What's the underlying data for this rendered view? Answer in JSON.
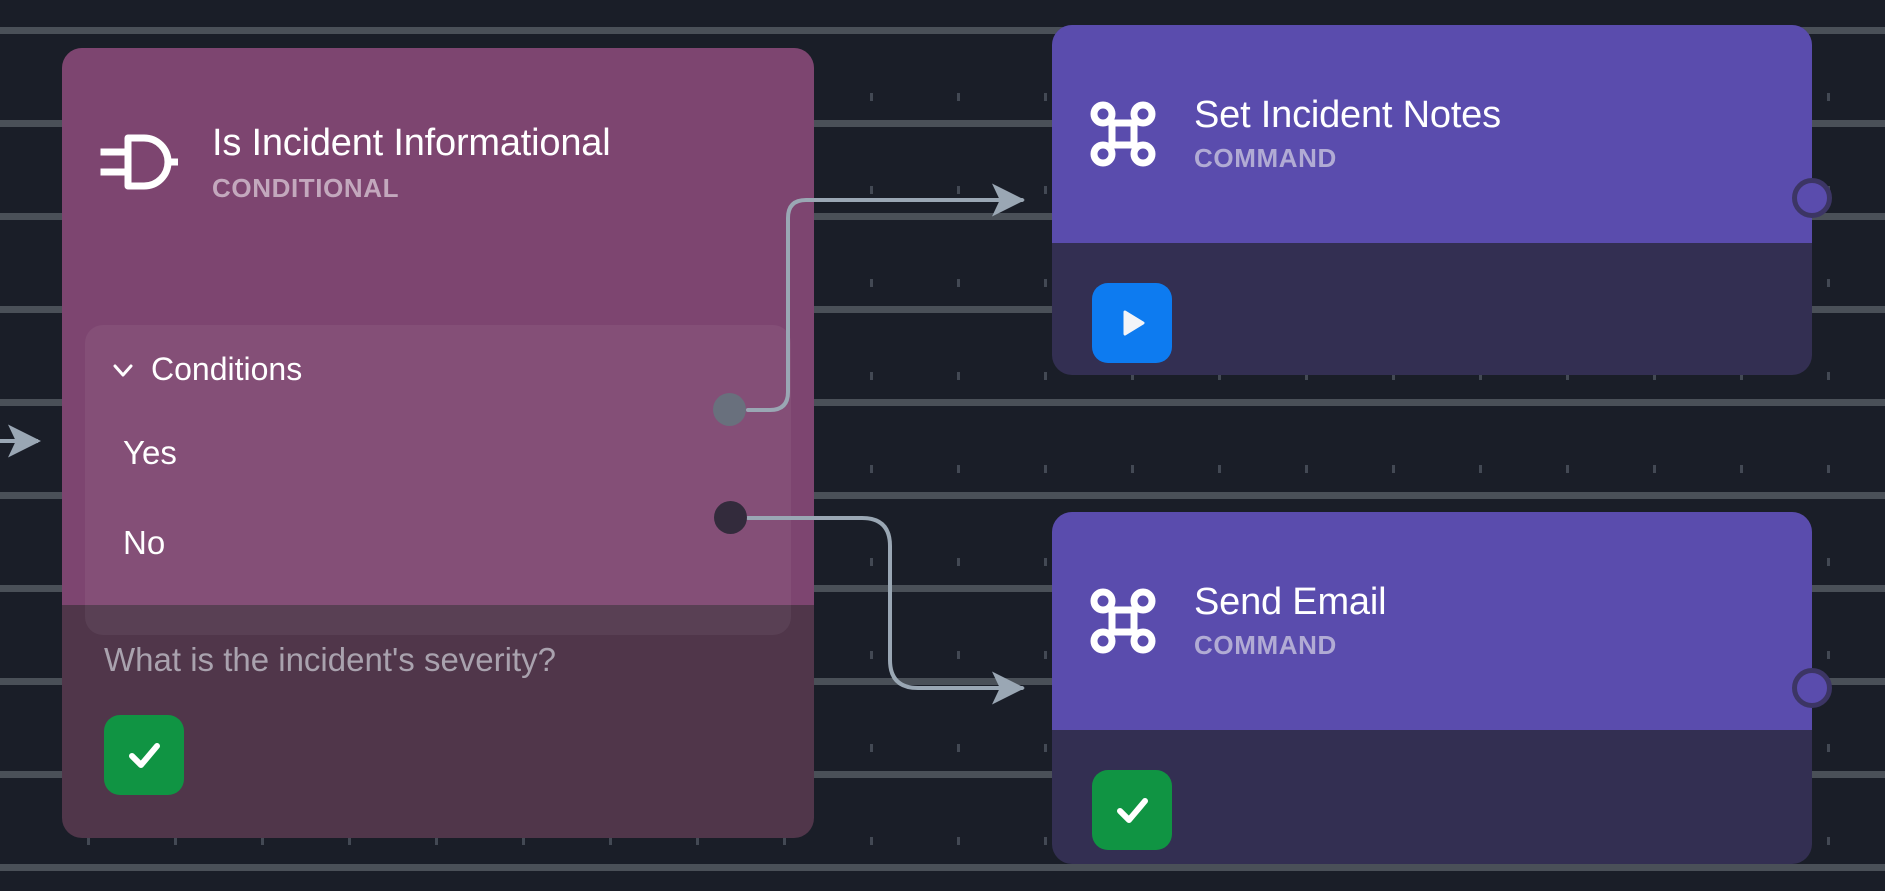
{
  "canvas": {
    "background_color": "#1a1e28",
    "grid_dot_color": "#4a5058"
  },
  "edge_color": "#9aa7b4",
  "incoming_edge": {
    "name": "workflow-input-edge",
    "label": ""
  },
  "conditional_node": {
    "title": "Is Incident Informational",
    "kind": "CONDITIONAL",
    "icon": "logic-gate-icon",
    "accent_color": "#7d4570",
    "body_color": "#4a2f44",
    "conditions": {
      "label": "Conditions",
      "expanded": true,
      "chevron": "chevron-down-icon",
      "branches": [
        {
          "label": "Yes",
          "port_color": "#69707d"
        },
        {
          "label": "No",
          "port_color": "#332b3c"
        }
      ]
    },
    "footer": {
      "question": "What is the incident's severity?",
      "action_button": {
        "icon": "check-icon",
        "color": "#109443"
      }
    }
  },
  "command_nodes": [
    {
      "id": "set-incident-notes",
      "title": "Set Incident Notes",
      "kind": "COMMAND",
      "icon": "command-icon",
      "header_color": "#5a4cad",
      "body_color": "#332f52",
      "action_button": {
        "icon": "play-icon",
        "color": "#0d7bf0"
      },
      "output_port_color": "#5a4cad"
    },
    {
      "id": "send-email",
      "title": "Send Email",
      "kind": "COMMAND",
      "icon": "command-icon",
      "header_color": "#5a4cad",
      "body_color": "#332f52",
      "action_button": {
        "icon": "check-icon",
        "color": "#109443"
      },
      "output_port_color": "#5a4cad"
    }
  ],
  "edges": [
    {
      "from": "conditional.yes",
      "to": "set-incident-notes"
    },
    {
      "from": "conditional.no",
      "to": "send-email"
    }
  ]
}
